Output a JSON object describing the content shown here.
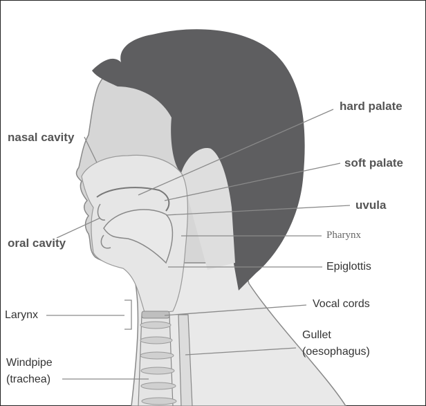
{
  "labels": {
    "hard_palate": "hard palate",
    "soft_palate": "soft palate",
    "uvula": "uvula",
    "pharynx": "Pharynx",
    "epiglottis": "Epiglottis",
    "vocal_cords": "Vocal cords",
    "gullet_line1": "Gullet",
    "gullet_line2": "(oesophagus)",
    "nasal_cavity": "nasal cavity",
    "oral_cavity": "oral cavity",
    "larynx": "Larynx",
    "windpipe_line1": "Windpipe",
    "windpipe_line2": "(trachea)"
  },
  "colors": {
    "hair": "#5e5e60",
    "skin": "#d6d6d6",
    "cavity": "#e6e6e6",
    "outline": "#777777",
    "leader": "#8a8a8a"
  }
}
